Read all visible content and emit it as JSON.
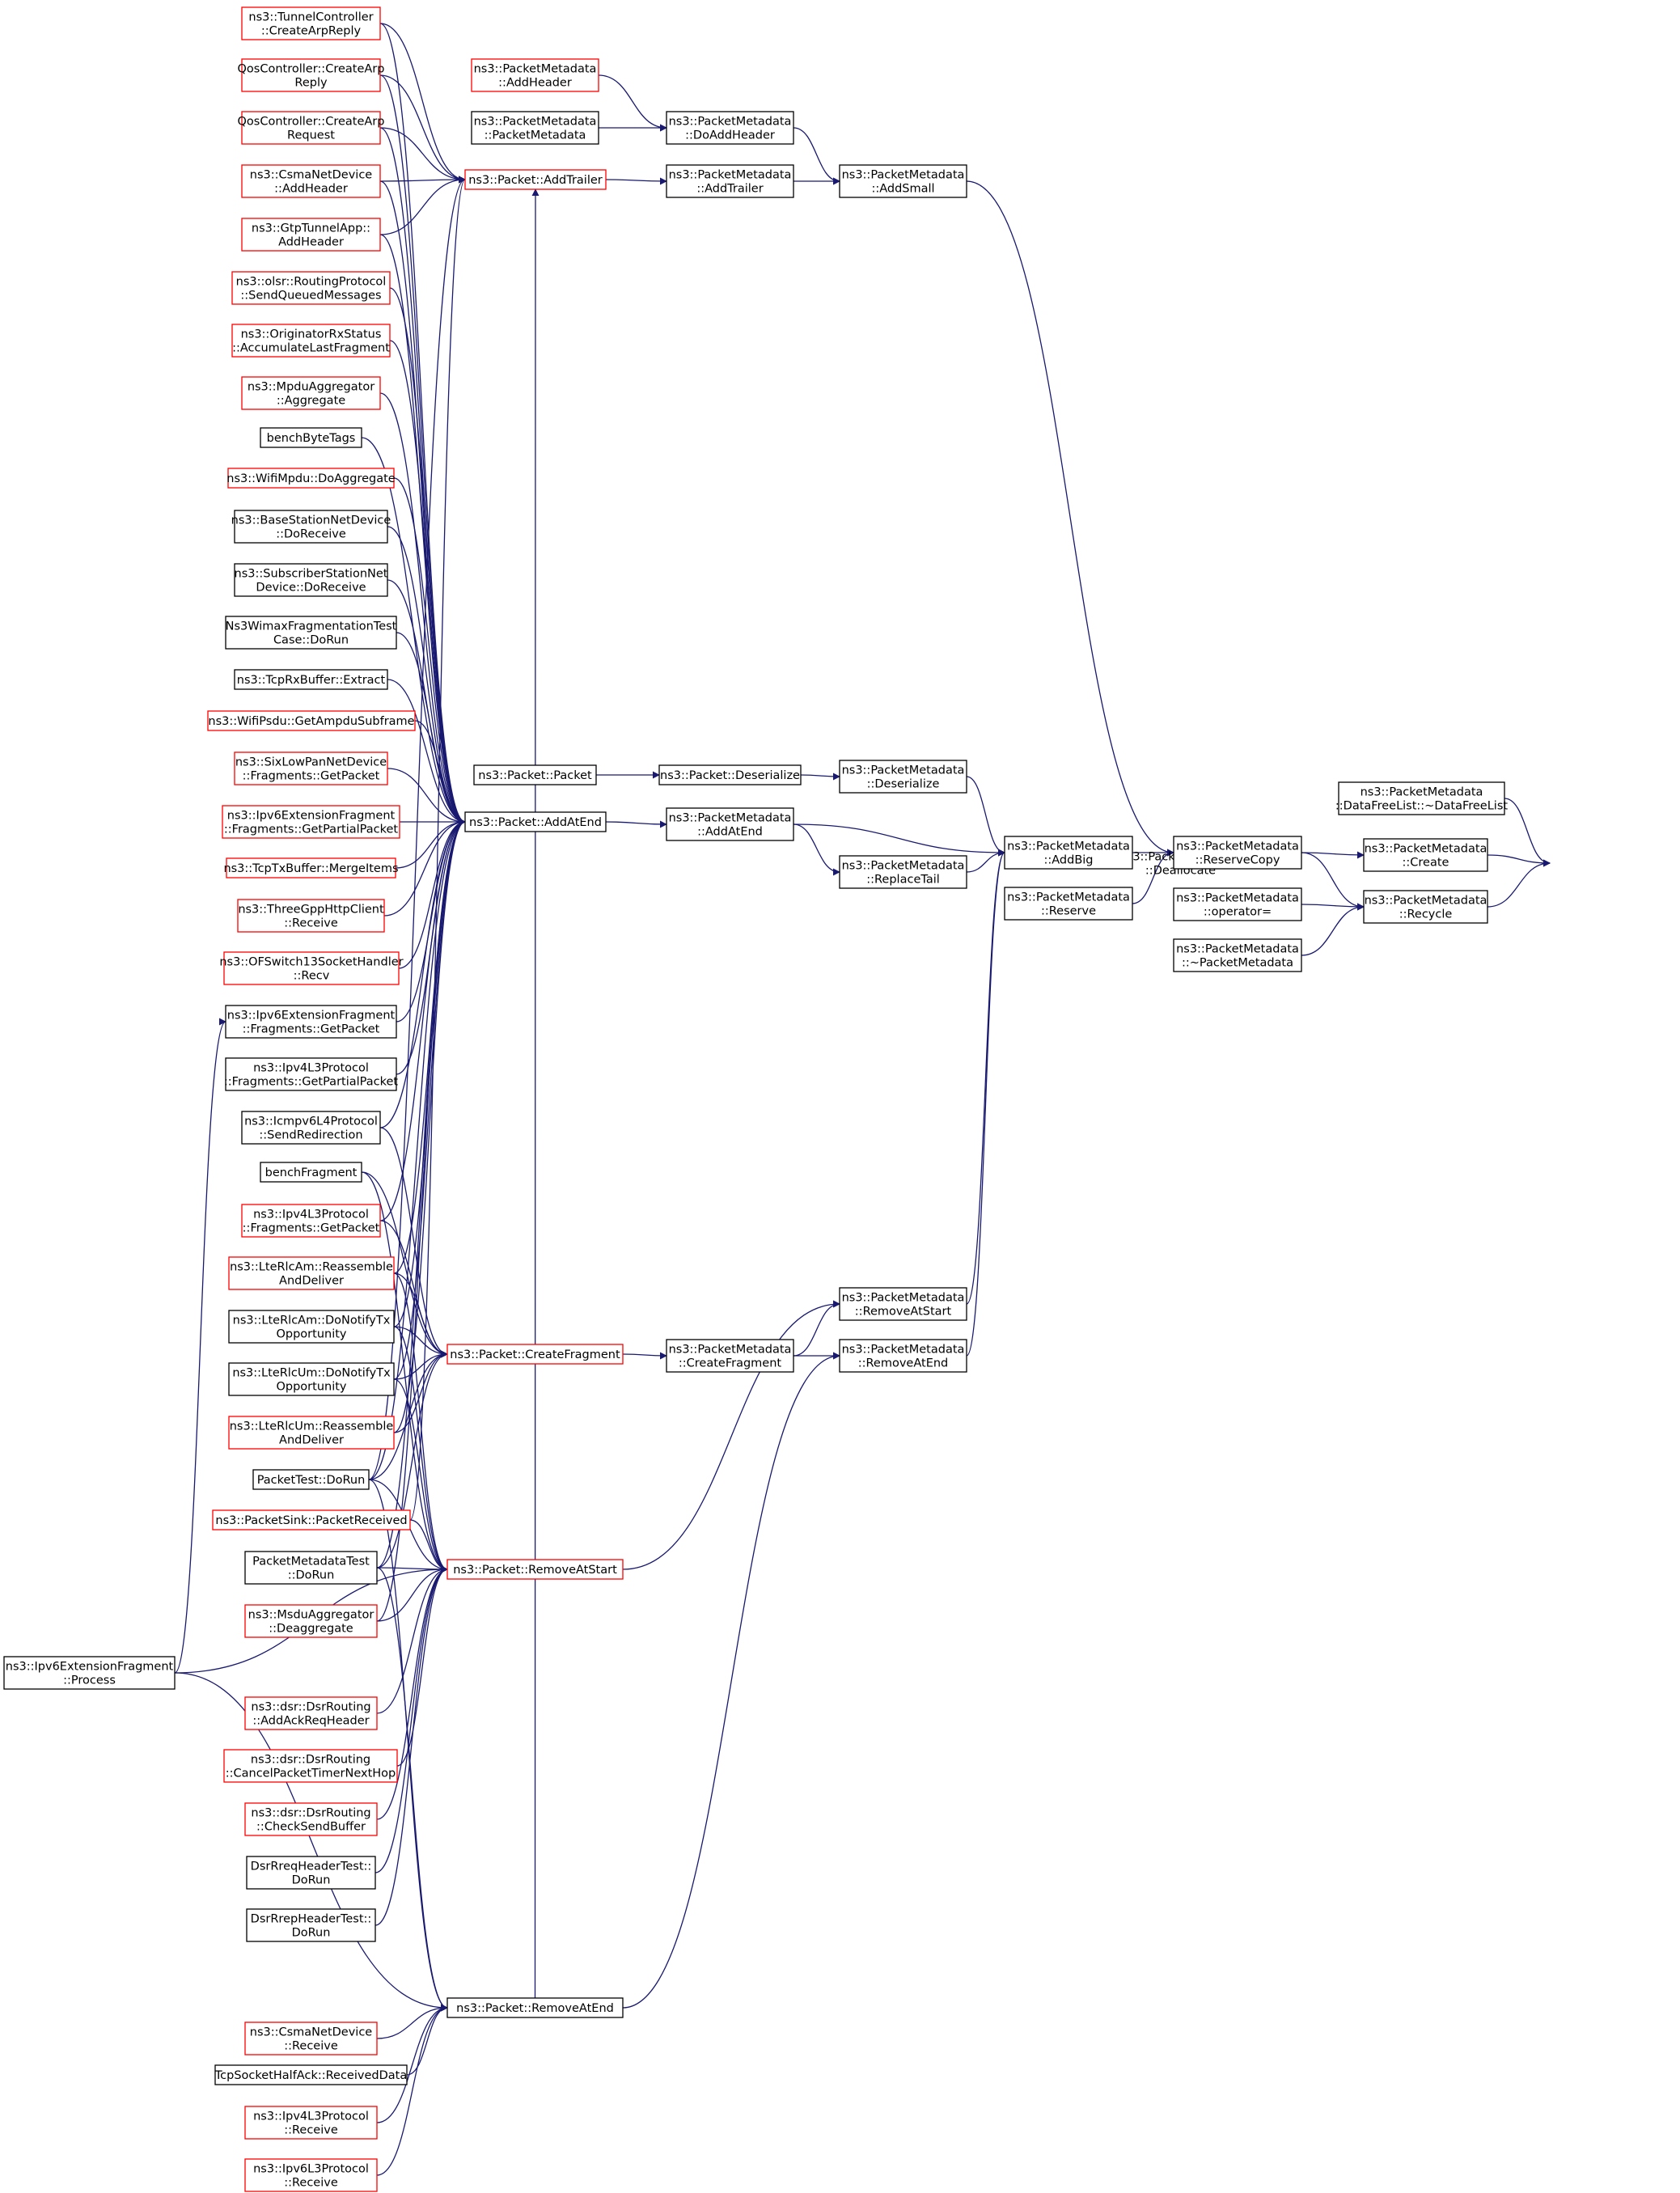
{
  "colors": {
    "edge": "#191970",
    "box_border_black": "#000000",
    "box_border_red": "#ff0000",
    "box_fill": "#ffffff",
    "box_fill_highlight": "#bfbfbf"
  },
  "nodes": [
    {
      "id": "deallocate",
      "lines": [
        "ns3::PacketMetadata",
        "::Deallocate"
      ],
      "style": "highlight"
    },
    {
      "id": "datafreelist_dtor",
      "lines": [
        "ns3::PacketMetadata",
        "::DataFreeList::~DataFreeList"
      ],
      "style": "black"
    },
    {
      "id": "create",
      "lines": [
        "ns3::PacketMetadata",
        "::Create"
      ],
      "style": "black"
    },
    {
      "id": "recycle",
      "lines": [
        "ns3::PacketMetadata",
        "::Recycle"
      ],
      "style": "black"
    },
    {
      "id": "reservecopy",
      "lines": [
        "ns3::PacketMetadata",
        "::ReserveCopy"
      ],
      "style": "black"
    },
    {
      "id": "operator_assign",
      "lines": [
        "ns3::PacketMetadata",
        "::operator="
      ],
      "style": "black"
    },
    {
      "id": "pm_dtor",
      "lines": [
        "ns3::PacketMetadata",
        "::~PacketMetadata"
      ],
      "style": "black"
    },
    {
      "id": "addsmall",
      "lines": [
        "ns3::PacketMetadata",
        "::AddSmall"
      ],
      "style": "black"
    },
    {
      "id": "addbig",
      "lines": [
        "ns3::PacketMetadata",
        "::AddBig"
      ],
      "style": "black"
    },
    {
      "id": "reserve",
      "lines": [
        "ns3::PacketMetadata",
        "::Reserve"
      ],
      "style": "black"
    },
    {
      "id": "doaddheader",
      "lines": [
        "ns3::PacketMetadata",
        "::DoAddHeader"
      ],
      "style": "black"
    },
    {
      "id": "pm_addtrailer",
      "lines": [
        "ns3::PacketMetadata",
        "::AddTrailer"
      ],
      "style": "black"
    },
    {
      "id": "pm_deserialize",
      "lines": [
        "ns3::PacketMetadata",
        "::Deserialize"
      ],
      "style": "black"
    },
    {
      "id": "pm_addatend",
      "lines": [
        "ns3::PacketMetadata",
        "::AddAtEnd"
      ],
      "style": "black"
    },
    {
      "id": "replacetail",
      "lines": [
        "ns3::PacketMetadata",
        "::ReplaceTail"
      ],
      "style": "black"
    },
    {
      "id": "pm_removeatstart",
      "lines": [
        "ns3::PacketMetadata",
        "::RemoveAtStart"
      ],
      "style": "black"
    },
    {
      "id": "pm_removeatend",
      "lines": [
        "ns3::PacketMetadata",
        "::RemoveAtEnd"
      ],
      "style": "black"
    },
    {
      "id": "pm_createfragment",
      "lines": [
        "ns3::PacketMetadata",
        "::CreateFragment"
      ],
      "style": "black"
    },
    {
      "id": "pm_addheader",
      "lines": [
        "ns3::PacketMetadata",
        "::AddHeader"
      ],
      "style": "red"
    },
    {
      "id": "pm_ctor",
      "lines": [
        "ns3::PacketMetadata",
        "::PacketMetadata"
      ],
      "style": "black"
    },
    {
      "id": "p_addtrailer",
      "lines": [
        "ns3::Packet::AddTrailer"
      ],
      "style": "red"
    },
    {
      "id": "p_deserialize",
      "lines": [
        "ns3::Packet::Deserialize"
      ],
      "style": "black"
    },
    {
      "id": "p_packet",
      "lines": [
        "ns3::Packet::Packet"
      ],
      "style": "black"
    },
    {
      "id": "p_addatend",
      "lines": [
        "ns3::Packet::AddAtEnd"
      ],
      "style": "black"
    },
    {
      "id": "p_createfragment",
      "lines": [
        "ns3::Packet::CreateFragment"
      ],
      "style": "red"
    },
    {
      "id": "p_removeatstart",
      "lines": [
        "ns3::Packet::RemoveAtStart"
      ],
      "style": "red"
    },
    {
      "id": "p_removeatend",
      "lines": [
        "ns3::Packet::RemoveAtEnd"
      ],
      "style": "black"
    },
    {
      "id": "tunnel_createarp",
      "lines": [
        "ns3::TunnelController",
        "::CreateArpReply"
      ],
      "style": "red"
    },
    {
      "id": "qos_createarpreply",
      "lines": [
        "QosController::CreateArp",
        "Reply"
      ],
      "style": "red"
    },
    {
      "id": "qos_createarprequest",
      "lines": [
        "QosController::CreateArp",
        "Request"
      ],
      "style": "red"
    },
    {
      "id": "csma_addheader",
      "lines": [
        "ns3::CsmaNetDevice",
        "::AddHeader"
      ],
      "style": "red"
    },
    {
      "id": "gtp_addheader",
      "lines": [
        "ns3::GtpTunnelApp::",
        "AddHeader"
      ],
      "style": "red"
    },
    {
      "id": "olsr_send",
      "lines": [
        "ns3::olsr::RoutingProtocol",
        "::SendQueuedMessages"
      ],
      "style": "red"
    },
    {
      "id": "originator",
      "lines": [
        "ns3::OriginatorRxStatus",
        "::AccumulateLastFragment"
      ],
      "style": "red"
    },
    {
      "id": "mpdu_aggregate",
      "lines": [
        "ns3::MpduAggregator",
        "::Aggregate"
      ],
      "style": "red"
    },
    {
      "id": "bench_bytetags",
      "lines": [
        "benchByteTags"
      ],
      "style": "black"
    },
    {
      "id": "wifimpdu_doaggregate",
      "lines": [
        "ns3::WifiMpdu::DoAggregate"
      ],
      "style": "red"
    },
    {
      "id": "bs_doreceive",
      "lines": [
        "ns3::BaseStationNetDevice",
        "::DoReceive"
      ],
      "style": "black"
    },
    {
      "id": "ss_doreceive",
      "lines": [
        "ns3::SubscriberStationNet",
        "Device::DoReceive"
      ],
      "style": "black"
    },
    {
      "id": "wimax_frag_test",
      "lines": [
        "Ns3WimaxFragmentationTest",
        "Case::DoRun"
      ],
      "style": "black"
    },
    {
      "id": "tcprx_extract",
      "lines": [
        "ns3::TcpRxBuffer::Extract"
      ],
      "style": "black"
    },
    {
      "id": "wifipsdu_get",
      "lines": [
        "ns3::WifiPsdu::GetAmpduSubframe"
      ],
      "style": "red"
    },
    {
      "id": "sixlowpan_get",
      "lines": [
        "ns3::SixLowPanNetDevice",
        "::Fragments::GetPacket"
      ],
      "style": "red"
    },
    {
      "id": "ipv6ext_getpartial",
      "lines": [
        "ns3::Ipv6ExtensionFragment",
        "::Fragments::GetPartialPacket"
      ],
      "style": "red"
    },
    {
      "id": "tcptx_merge",
      "lines": [
        "ns3::TcpTxBuffer::MergeItems"
      ],
      "style": "red"
    },
    {
      "id": "threegpp_receive",
      "lines": [
        "ns3::ThreeGppHttpClient",
        "::Receive"
      ],
      "style": "red"
    },
    {
      "id": "ofswitch_recv",
      "lines": [
        "ns3::OFSwitch13SocketHandler",
        "::Recv"
      ],
      "style": "red"
    },
    {
      "id": "ipv6ext_getpacket",
      "lines": [
        "ns3::Ipv6ExtensionFragment",
        "::Fragments::GetPacket"
      ],
      "style": "black"
    },
    {
      "id": "ipv4l3_getpartial",
      "lines": [
        "ns3::Ipv4L3Protocol",
        "::Fragments::GetPartialPacket"
      ],
      "style": "black"
    },
    {
      "id": "icmpv6_sendredirect",
      "lines": [
        "ns3::Icmpv6L4Protocol",
        "::SendRedirection"
      ],
      "style": "black"
    },
    {
      "id": "bench_fragment",
      "lines": [
        "benchFragment"
      ],
      "style": "black"
    },
    {
      "id": "ipv4l3_getpacket",
      "lines": [
        "ns3::Ipv4L3Protocol",
        "::Fragments::GetPacket"
      ],
      "style": "red"
    },
    {
      "id": "lterlcam_reassemble",
      "lines": [
        "ns3::LteRlcAm::Reassemble",
        "AndDeliver"
      ],
      "style": "red"
    },
    {
      "id": "lterlcam_notify",
      "lines": [
        "ns3::LteRlcAm::DoNotifyTx",
        "Opportunity"
      ],
      "style": "black"
    },
    {
      "id": "lterlcum_notify",
      "lines": [
        "ns3::LteRlcUm::DoNotifyTx",
        "Opportunity"
      ],
      "style": "black"
    },
    {
      "id": "lterlcum_reassemble",
      "lines": [
        "ns3::LteRlcUm::Reassemble",
        "AndDeliver"
      ],
      "style": "red"
    },
    {
      "id": "packettest_dorun",
      "lines": [
        "PacketTest::DoRun"
      ],
      "style": "black"
    },
    {
      "id": "packetsink_received",
      "lines": [
        "ns3::PacketSink::PacketReceived"
      ],
      "style": "red"
    },
    {
      "id": "pmtest_dorun",
      "lines": [
        "PacketMetadataTest",
        "::DoRun"
      ],
      "style": "black"
    },
    {
      "id": "msdu_deaggregate",
      "lines": [
        "ns3::MsduAggregator",
        "::Deaggregate"
      ],
      "style": "red"
    },
    {
      "id": "ipv6ext_process",
      "lines": [
        "ns3::Ipv6ExtensionFragment",
        "::Process"
      ],
      "style": "black"
    },
    {
      "id": "dsr_addackreq",
      "lines": [
        "ns3::dsr::DsrRouting",
        "::AddAckReqHeader"
      ],
      "style": "red"
    },
    {
      "id": "dsr_cancel",
      "lines": [
        "ns3::dsr::DsrRouting",
        "::CancelPacketTimerNextHop"
      ],
      "style": "red"
    },
    {
      "id": "dsr_checksend",
      "lines": [
        "ns3::dsr::DsrRouting",
        "::CheckSendBuffer"
      ],
      "style": "red"
    },
    {
      "id": "dsrrreq_test",
      "lines": [
        "DsrRreqHeaderTest::",
        "DoRun"
      ],
      "style": "black"
    },
    {
      "id": "dsrrrep_test",
      "lines": [
        "DsrRrepHeaderTest::",
        "DoRun"
      ],
      "style": "black"
    },
    {
      "id": "csma_receive",
      "lines": [
        "ns3::CsmaNetDevice",
        "::Receive"
      ],
      "style": "red"
    },
    {
      "id": "tcphalfack_received",
      "lines": [
        "TcpSocketHalfAck::ReceivedData"
      ],
      "style": "black"
    },
    {
      "id": "ipv4l3_receive",
      "lines": [
        "ns3::Ipv4L3Protocol",
        "::Receive"
      ],
      "style": "red"
    },
    {
      "id": "ipv6l3_receive",
      "lines": [
        "ns3::Ipv6L3Protocol",
        "::Receive"
      ],
      "style": "red"
    }
  ],
  "edges": [
    [
      "datafreelist_dtor",
      "deallocate"
    ],
    [
      "create",
      "deallocate"
    ],
    [
      "recycle",
      "deallocate"
    ],
    [
      "reservecopy",
      "create"
    ],
    [
      "reservecopy",
      "recycle"
    ],
    [
      "operator_assign",
      "recycle"
    ],
    [
      "pm_dtor",
      "recycle"
    ],
    [
      "addsmall",
      "reservecopy"
    ],
    [
      "addbig",
      "reservecopy"
    ],
    [
      "reserve",
      "reservecopy"
    ],
    [
      "doaddheader",
      "addsmall"
    ],
    [
      "pm_addtrailer",
      "addsmall"
    ],
    [
      "pm_deserialize",
      "addbig"
    ],
    [
      "pm_addatend",
      "addbig"
    ],
    [
      "replacetail",
      "addbig"
    ],
    [
      "pm_removeatstart",
      "addbig"
    ],
    [
      "pm_removeatend",
      "addbig"
    ],
    [
      "pm_addheader",
      "doaddheader"
    ],
    [
      "pm_ctor",
      "doaddheader"
    ],
    [
      "p_addtrailer",
      "pm_addtrailer"
    ],
    [
      "p_deserialize",
      "pm_deserialize"
    ],
    [
      "p_packet",
      "p_deserialize"
    ],
    [
      "p_addatend",
      "pm_addatend"
    ],
    [
      "pm_addatend",
      "replacetail"
    ],
    [
      "pm_createfragment",
      "pm_removeatstart"
    ],
    [
      "pm_createfragment",
      "pm_removeatend"
    ],
    [
      "p_createfragment",
      "pm_createfragment"
    ],
    [
      "p_removeatstart",
      "pm_removeatstart"
    ],
    [
      "p_removeatend",
      "pm_removeatend"
    ],
    [
      "tunnel_createarp",
      "p_addtrailer"
    ],
    [
      "qos_createarpreply",
      "p_addtrailer"
    ],
    [
      "qos_createarprequest",
      "p_addtrailer"
    ],
    [
      "csma_addheader",
      "p_addtrailer"
    ],
    [
      "gtp_addheader",
      "p_addtrailer"
    ],
    [
      "packettest_dorun",
      "p_addtrailer"
    ],
    [
      "tunnel_createarp",
      "p_addatend"
    ],
    [
      "qos_createarpreply",
      "p_addatend"
    ],
    [
      "qos_createarprequest",
      "p_addatend"
    ],
    [
      "csma_addheader",
      "p_addatend"
    ],
    [
      "gtp_addheader",
      "p_addatend"
    ],
    [
      "olsr_send",
      "p_addatend"
    ],
    [
      "originator",
      "p_addatend"
    ],
    [
      "mpdu_aggregate",
      "p_addatend"
    ],
    [
      "bench_bytetags",
      "p_addatend"
    ],
    [
      "wifimpdu_doaggregate",
      "p_addatend"
    ],
    [
      "bs_doreceive",
      "p_addatend"
    ],
    [
      "ss_doreceive",
      "p_addatend"
    ],
    [
      "wimax_frag_test",
      "p_addatend"
    ],
    [
      "tcprx_extract",
      "p_addatend"
    ],
    [
      "wifipsdu_get",
      "p_addatend"
    ],
    [
      "sixlowpan_get",
      "p_addatend"
    ],
    [
      "ipv6ext_getpartial",
      "p_addatend"
    ],
    [
      "tcptx_merge",
      "p_addatend"
    ],
    [
      "threegpp_receive",
      "p_addatend"
    ],
    [
      "ofswitch_recv",
      "p_addatend"
    ],
    [
      "ipv6ext_getpacket",
      "p_addatend"
    ],
    [
      "ipv4l3_getpartial",
      "p_addatend"
    ],
    [
      "icmpv6_sendredirect",
      "p_addatend"
    ],
    [
      "ipv4l3_getpacket",
      "p_addatend"
    ],
    [
      "lterlcam_reassemble",
      "p_addatend"
    ],
    [
      "lterlcam_notify",
      "p_addatend"
    ],
    [
      "lterlcum_notify",
      "p_addatend"
    ],
    [
      "lterlcum_reassemble",
      "p_addatend"
    ],
    [
      "packettest_dorun",
      "p_addatend"
    ],
    [
      "pmtest_dorun",
      "p_addatend"
    ],
    [
      "msdu_deaggregate",
      "p_addatend"
    ],
    [
      "packetsink_received",
      "p_addtrailer"
    ],
    [
      "icmpv6_sendredirect",
      "p_createfragment"
    ],
    [
      "bench_fragment",
      "p_createfragment"
    ],
    [
      "ipv4l3_getpacket",
      "p_createfragment"
    ],
    [
      "lterlcam_reassemble",
      "p_createfragment"
    ],
    [
      "lterlcam_notify",
      "p_createfragment"
    ],
    [
      "lterlcum_notify",
      "p_createfragment"
    ],
    [
      "lterlcum_reassemble",
      "p_createfragment"
    ],
    [
      "packettest_dorun",
      "p_createfragment"
    ],
    [
      "pmtest_dorun",
      "p_createfragment"
    ],
    [
      "ipv6ext_process",
      "ipv6ext_getpacket"
    ],
    [
      "bench_fragment",
      "p_removeatstart"
    ],
    [
      "lterlcam_reassemble",
      "p_removeatstart"
    ],
    [
      "lterlcam_notify",
      "p_removeatstart"
    ],
    [
      "lterlcum_notify",
      "p_removeatstart"
    ],
    [
      "packettest_dorun",
      "p_removeatstart"
    ],
    [
      "packetsink_received",
      "p_removeatstart"
    ],
    [
      "pmtest_dorun",
      "p_removeatstart"
    ],
    [
      "msdu_deaggregate",
      "p_removeatstart"
    ],
    [
      "ipv6ext_process",
      "p_removeatstart"
    ],
    [
      "dsr_addackreq",
      "p_removeatstart"
    ],
    [
      "dsr_cancel",
      "p_removeatstart"
    ],
    [
      "dsr_checksend",
      "p_removeatstart"
    ],
    [
      "dsrrreq_test",
      "p_removeatstart"
    ],
    [
      "dsrrrep_test",
      "p_removeatstart"
    ],
    [
      "ipv6ext_process",
      "p_removeatend"
    ],
    [
      "packettest_dorun",
      "p_removeatend"
    ],
    [
      "pmtest_dorun",
      "p_removeatend"
    ],
    [
      "csma_receive",
      "p_removeatend"
    ],
    [
      "tcphalfack_received",
      "p_removeatend"
    ],
    [
      "ipv4l3_receive",
      "p_removeatend"
    ],
    [
      "ipv6l3_receive",
      "p_removeatend"
    ],
    [
      "p_removeatend",
      "p_addtrailer"
    ]
  ]
}
